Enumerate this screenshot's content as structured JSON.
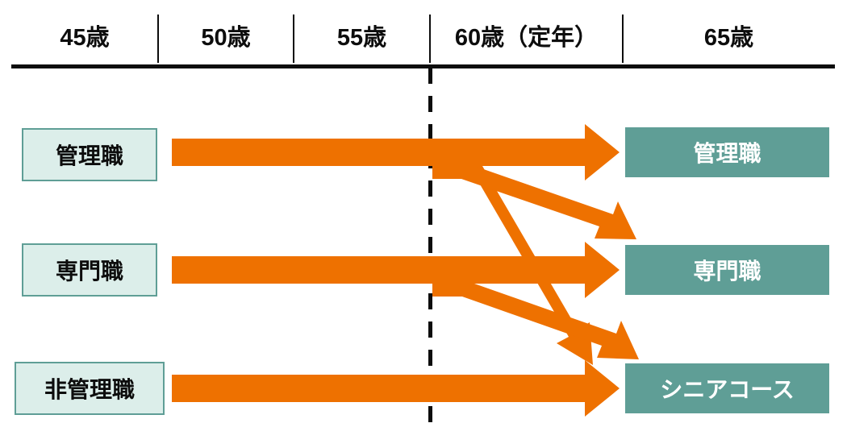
{
  "diagram": {
    "title": "career-course-transition-at-retirement",
    "colors": {
      "arrow": "#ee7100",
      "destination_box": "#5f9e96",
      "source_box_fill": "#dceeea",
      "source_box_border": "#5f9e96",
      "text_dark": "#0d0d0d",
      "text_light": "#ffffff"
    }
  },
  "timeline": {
    "ages": [
      {
        "label": "45歳"
      },
      {
        "label": "50歳"
      },
      {
        "label": "55歳"
      },
      {
        "label": "60歳（定年）"
      },
      {
        "label": "65歳"
      }
    ],
    "retirement_marker_label": "60歳（定年）"
  },
  "current_positions": [
    {
      "label": "管理職"
    },
    {
      "label": "専門職"
    },
    {
      "label": "非管理職"
    }
  ],
  "destination_positions": [
    {
      "label": "管理職"
    },
    {
      "label": "専門職"
    },
    {
      "label": "シニアコース"
    }
  ],
  "transitions": [
    {
      "from": "管理職",
      "to": "管理職",
      "kind": "straight"
    },
    {
      "from": "管理職",
      "to": "専門職",
      "kind": "diagonal"
    },
    {
      "from": "管理職",
      "to": "シニアコース",
      "kind": "diagonal"
    },
    {
      "from": "専門職",
      "to": "専門職",
      "kind": "straight"
    },
    {
      "from": "専門職",
      "to": "シニアコース",
      "kind": "diagonal"
    },
    {
      "from": "非管理職",
      "to": "シニアコース",
      "kind": "straight"
    }
  ]
}
